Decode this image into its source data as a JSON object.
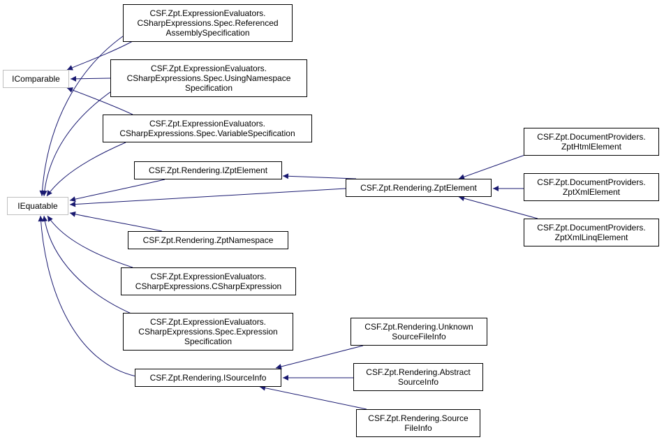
{
  "nodes": [
    {
      "id": "icomparable",
      "label": "IComparable",
      "external": true
    },
    {
      "id": "iequatable",
      "label": "IEquatable",
      "external": true
    },
    {
      "id": "ref_asm",
      "label": "CSF.Zpt.ExpressionEvaluators.\nCSharpExpressions.Spec.Referenced\nAssemblySpecification"
    },
    {
      "id": "using_ns",
      "label": "CSF.Zpt.ExpressionEvaluators.\nCSharpExpressions.Spec.UsingNamespace\nSpecification"
    },
    {
      "id": "var_spec",
      "label": "CSF.Zpt.ExpressionEvaluators.\nCSharpExpressions.Spec.VariableSpecification"
    },
    {
      "id": "izpt_element",
      "label": "CSF.Zpt.Rendering.IZptElement"
    },
    {
      "id": "zpt_namespace",
      "label": "CSF.Zpt.Rendering.ZptNamespace"
    },
    {
      "id": "csharp_expr",
      "label": "CSF.Zpt.ExpressionEvaluators.\nCSharpExpressions.CSharpExpression"
    },
    {
      "id": "expr_spec",
      "label": "CSF.Zpt.ExpressionEvaluators.\nCSharpExpressions.Spec.Expression\nSpecification"
    },
    {
      "id": "isource_info",
      "label": "CSF.Zpt.Rendering.ISourceInfo"
    },
    {
      "id": "zpt_element",
      "label": "CSF.Zpt.Rendering.ZptElement"
    },
    {
      "id": "html_element",
      "label": "CSF.Zpt.DocumentProviders.\nZptHtmlElement"
    },
    {
      "id": "xml_element",
      "label": "CSF.Zpt.DocumentProviders.\nZptXmlElement"
    },
    {
      "id": "xml_linq_element",
      "label": "CSF.Zpt.DocumentProviders.\nZptXmlLinqElement"
    },
    {
      "id": "unknown_src",
      "label": "CSF.Zpt.Rendering.Unknown\nSourceFileInfo"
    },
    {
      "id": "abstract_src",
      "label": "CSF.Zpt.Rendering.Abstract\nSourceInfo"
    },
    {
      "id": "source_file",
      "label": "CSF.Zpt.Rendering.Source\nFileInfo"
    }
  ],
  "edges": [
    {
      "from": "ref_asm",
      "to": "icomparable"
    },
    {
      "from": "using_ns",
      "to": "icomparable"
    },
    {
      "from": "var_spec",
      "to": "icomparable"
    },
    {
      "from": "ref_asm",
      "to": "iequatable"
    },
    {
      "from": "using_ns",
      "to": "iequatable"
    },
    {
      "from": "var_spec",
      "to": "iequatable"
    },
    {
      "from": "izpt_element",
      "to": "iequatable"
    },
    {
      "from": "zpt_element",
      "to": "iequatable"
    },
    {
      "from": "zpt_namespace",
      "to": "iequatable"
    },
    {
      "from": "csharp_expr",
      "to": "iequatable"
    },
    {
      "from": "expr_spec",
      "to": "iequatable"
    },
    {
      "from": "isource_info",
      "to": "iequatable"
    },
    {
      "from": "zpt_element",
      "to": "izpt_element"
    },
    {
      "from": "html_element",
      "to": "zpt_element"
    },
    {
      "from": "xml_element",
      "to": "zpt_element"
    },
    {
      "from": "xml_linq_element",
      "to": "zpt_element"
    },
    {
      "from": "unknown_src",
      "to": "isource_info"
    },
    {
      "from": "abstract_src",
      "to": "isource_info"
    },
    {
      "from": "source_file",
      "to": "isource_info"
    }
  ],
  "colors": {
    "edge": "#191970",
    "node_border": "#000000",
    "external_border": "#bfbfbf"
  }
}
